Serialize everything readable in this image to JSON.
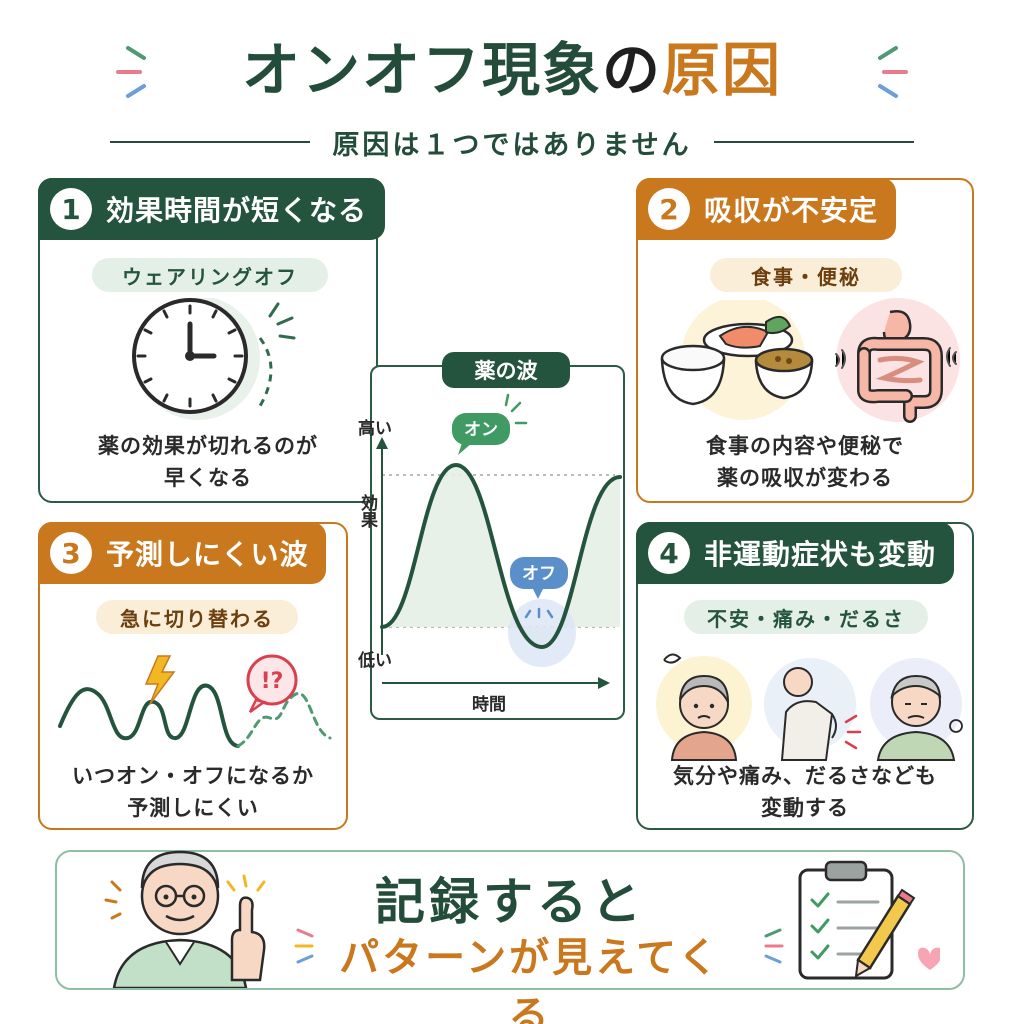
{
  "header": {
    "title_main": "オンオフ現象",
    "title_no": "の",
    "title_accent": "原因",
    "subtitle": "原因は１つではありません"
  },
  "cards": [
    {
      "num": "1",
      "title": "効果時間が短くなる",
      "tag": "ウェアリングオフ",
      "desc": [
        "薬の効果が切れるのが",
        "早くなる"
      ]
    },
    {
      "num": "2",
      "title": "吸収が不安定",
      "tag": "食事・便秘",
      "desc": [
        "食事の内容や便秘で",
        "薬の吸収が変わる"
      ]
    },
    {
      "num": "3",
      "title": "予測しにくい波",
      "tag": "急に切り替わる",
      "desc": [
        "いつオン・オフになるか",
        "予測しにくい"
      ],
      "bubble": "!?"
    },
    {
      "num": "4",
      "title": "非運動症状も変動",
      "tag": "不安・痛み・だるさ",
      "desc": [
        "気分や痛み、だるさなども",
        "変動する"
      ]
    }
  ],
  "wave": {
    "tag": "薬の波",
    "y_high": "高い",
    "y_label": "効果",
    "y_low": "低い",
    "x_label": "時間",
    "on_label": "オン",
    "off_label": "オフ"
  },
  "footer": {
    "line1": "記録すると",
    "line2": "パターンが見えてくる"
  },
  "colors": {
    "green": "#24543d",
    "orange": "#c9781d",
    "light_green": "#e3efe7",
    "light_orange": "#fbeed8",
    "blue": "#5b8fc9"
  },
  "icons": [
    "clock-icon",
    "meal-icon",
    "intestine-icon",
    "lightning-icon",
    "question-bubble-icon",
    "clipboard-icon",
    "pencil-icon",
    "heart-icon"
  ]
}
